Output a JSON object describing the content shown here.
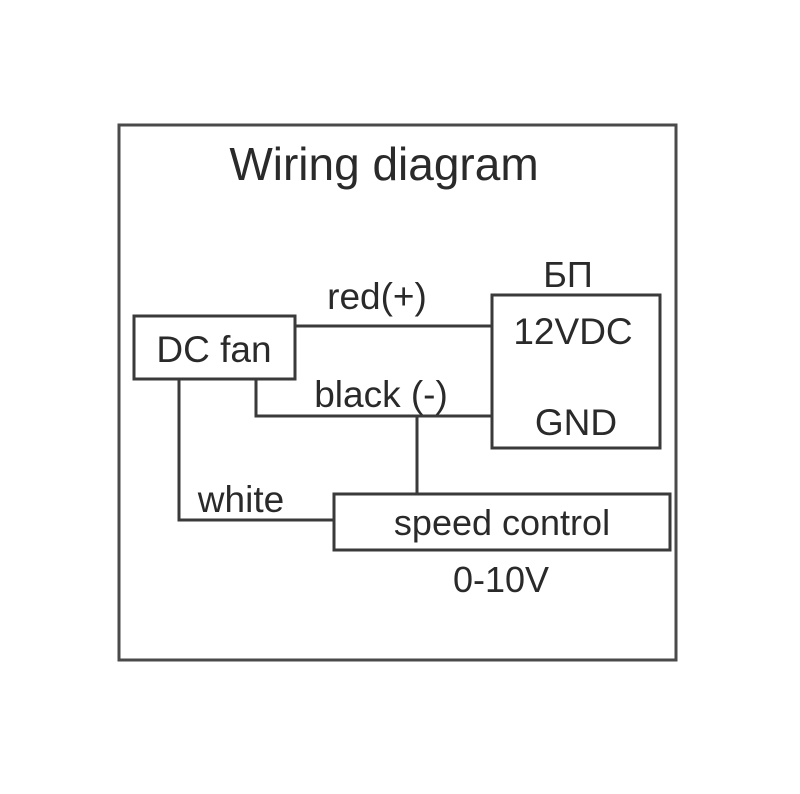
{
  "title": "Wiring diagram",
  "components": {
    "fan": {
      "label": "DC fan"
    },
    "power_supply": {
      "title": "БП",
      "top_label": "12VDC",
      "bottom_label": "GND"
    },
    "speed_control": {
      "label": "speed control",
      "range": "0-10V"
    }
  },
  "wires": {
    "red": "red(+)",
    "black": "black (-)",
    "white": "white"
  },
  "colors": {
    "line": "#3a3a3a",
    "text": "#2a2a2a",
    "background": "#ffffff"
  }
}
